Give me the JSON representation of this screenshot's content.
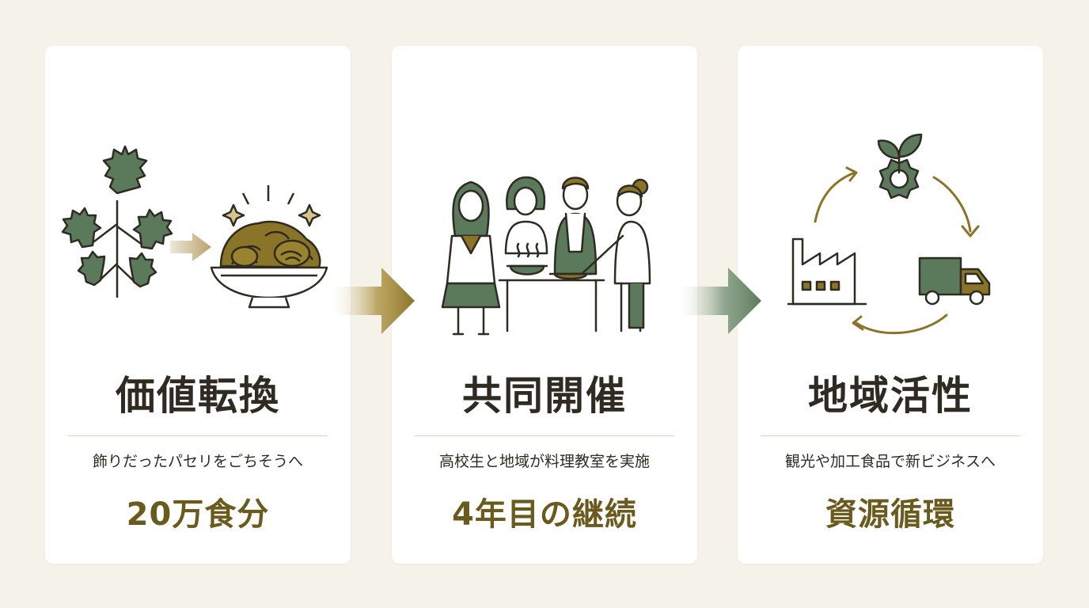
{
  "colors": {
    "background": "#f5f2ea",
    "card": "#ffffff",
    "green": "#5b7a5c",
    "gold": "#8a7428",
    "dark": "#2f2a22",
    "highlight": "#6b5a1e"
  },
  "cards": [
    {
      "title": "価値転換",
      "subtitle": "飾りだったパセリをごちそうへ",
      "highlight": "20万食分",
      "icons": [
        "parsley-icon",
        "arrow-right-icon",
        "food-bowl-icon"
      ]
    },
    {
      "title": "共同開催",
      "subtitle": "高校生と地域が料理教室を実施",
      "highlight": "4年目の継続",
      "icons": [
        "people-cooking-icon"
      ]
    },
    {
      "title": "地域活性",
      "subtitle": "観光や加工食品で新ビジネスへ",
      "highlight": "資源循環",
      "icons": [
        "plant-gear-icon",
        "truck-icon",
        "factory-icon",
        "cycle-arrows-icon"
      ]
    }
  ],
  "connectors": [
    "arrow-right-icon",
    "arrow-right-icon"
  ]
}
